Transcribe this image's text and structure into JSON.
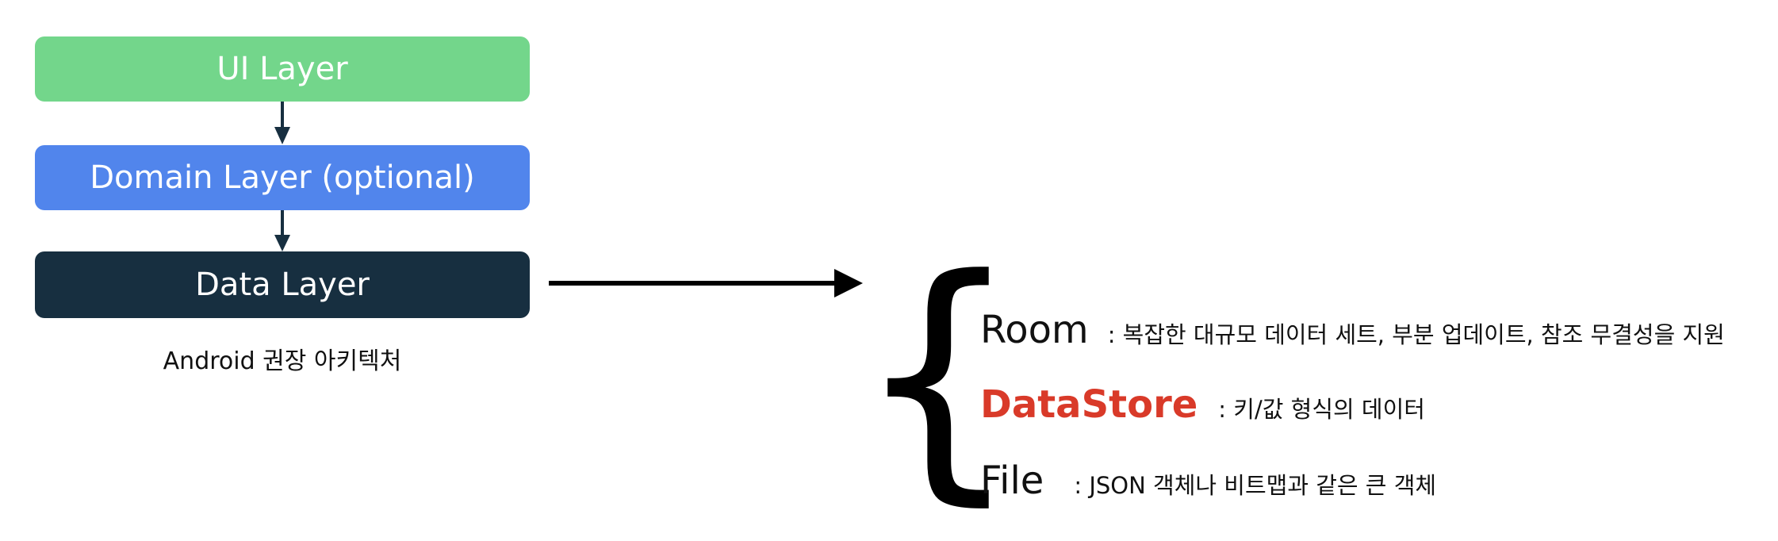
{
  "layers": {
    "ui": "UI Layer",
    "domain": "Domain Layer (optional)",
    "data": "Data Layer"
  },
  "caption": "Android 권장 아키텍처",
  "brace": "{",
  "storage": {
    "room": {
      "name": "Room",
      "desc": ": 복잡한 대규모 데이터 세트, 부분 업데이트, 참조 무결성을 지원"
    },
    "datastore": {
      "name": "DataStore",
      "desc": ": 키/값 형식의 데이터"
    },
    "file": {
      "name": "File",
      "desc": ": JSON 객체나 비트맵과 같은 큰 객체"
    }
  },
  "colors": {
    "ui_layer": "#73d68b",
    "domain_layer": "#5185ec",
    "data_layer": "#172f40",
    "datastore_accent": "#d93a29",
    "arrow": "#172f40"
  }
}
